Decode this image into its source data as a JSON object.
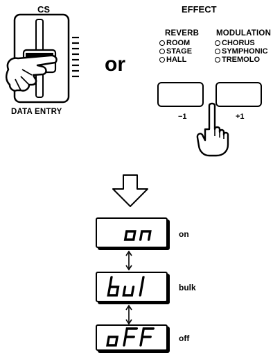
{
  "cs": {
    "title": "CS",
    "data_entry_label": "DATA ENTRY"
  },
  "or_label": "or",
  "effect": {
    "title": "EFFECT",
    "reverb": {
      "title": "REVERB",
      "items": [
        "ROOM",
        "STAGE",
        "HALL"
      ]
    },
    "modulation": {
      "title": "MODULATION",
      "items": [
        "CHORUS",
        "SYMPHONIC",
        "TREMOLO"
      ]
    },
    "minus_label": "−1",
    "plus_label": "+1"
  },
  "displays": [
    {
      "segment_text": "on",
      "label": "on"
    },
    {
      "segment_text": "bul",
      "label": "bulk"
    },
    {
      "segment_text": "oFF",
      "label": "off"
    }
  ]
}
